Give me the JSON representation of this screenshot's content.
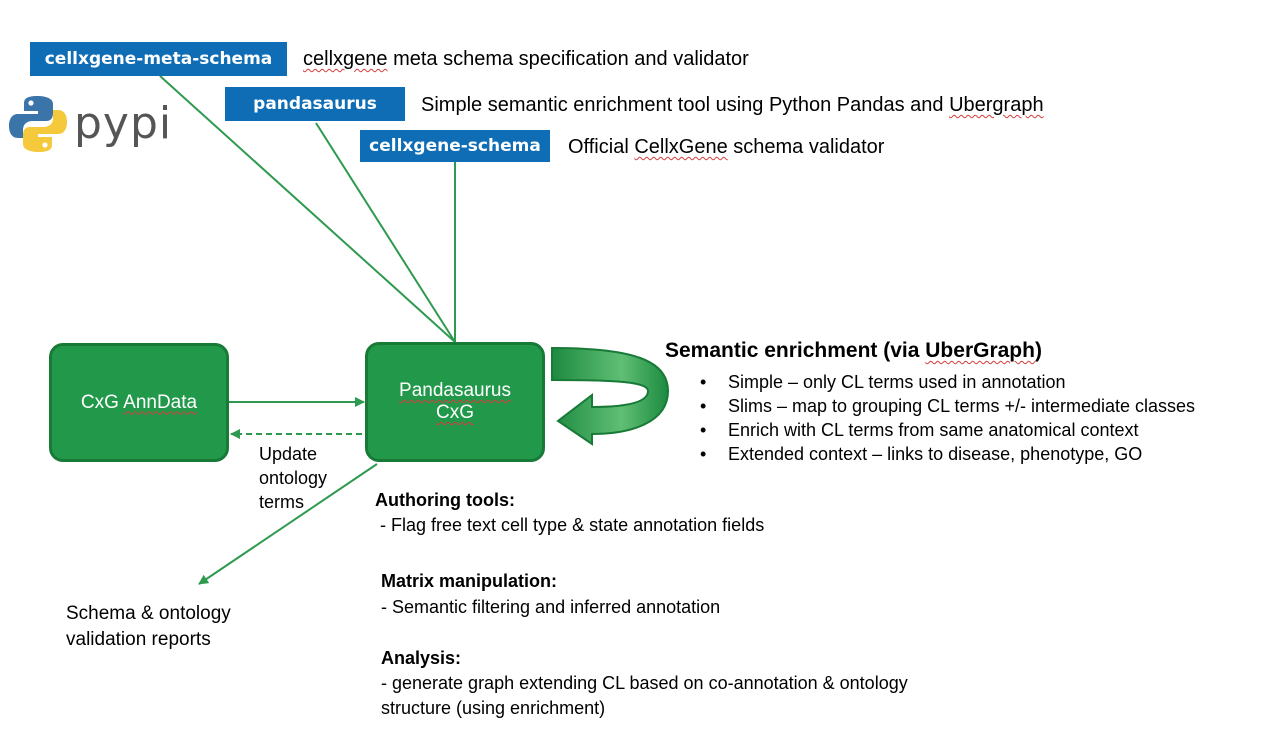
{
  "logo": {
    "text": "pypi",
    "icon": "python-logo-icon"
  },
  "tools": [
    {
      "tag": "cellxgene-meta-schema",
      "desc_pre": "",
      "desc_sq": "cellxgene",
      "desc_post": " meta schema specification and validator"
    },
    {
      "tag": "pandasaurus",
      "desc_pre": "Simple semantic enrichment tool using Python Pandas and ",
      "desc_sq": "Ubergraph",
      "desc_post": ""
    },
    {
      "tag": "cellxgene-schema",
      "desc_pre": "Official ",
      "desc_sq": "CellxGene",
      "desc_post": " schema validator"
    }
  ],
  "nodes": {
    "anndata": {
      "word1": "CxG",
      "word2": "AnnData"
    },
    "pandasaurus": {
      "line1": "Pandasaurus",
      "line2": "CxG"
    }
  },
  "edge_label": [
    "Update",
    "ontology",
    "terms"
  ],
  "reports": [
    "Schema & ontology",
    "validation reports"
  ],
  "enrichment": {
    "title_pre": "Semantic enrichment (via ",
    "title_sq": "UberGraph",
    "title_post": ")",
    "items": [
      "Simple – only CL terms used in annotation",
      "Slims – map to grouping CL terms +/- intermediate classes",
      "Enrich with CL terms from same anatomical context",
      "Extended context – links to disease, phenotype, GO"
    ]
  },
  "sections": [
    {
      "title": "Authoring tools:",
      "lines": [
        " - Flag free text cell type & state annotation fields"
      ]
    },
    {
      "title": "Matrix manipulation:",
      "lines": [
        "- Semantic filtering and inferred annotation"
      ]
    },
    {
      "title": "Analysis:",
      "lines": [
        "- generate graph extending CL based on co-annotation & ontology",
        "structure (using enrichment)"
      ]
    }
  ],
  "colors": {
    "tag_blue": "#0f6db5",
    "node_green": "#22994a",
    "line_green": "#2e9a4f"
  }
}
